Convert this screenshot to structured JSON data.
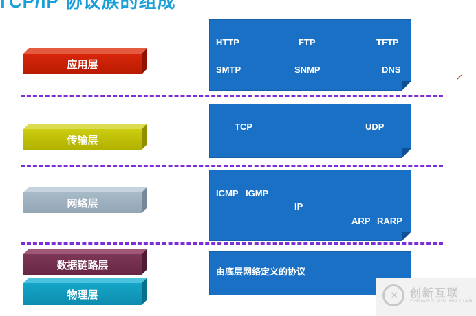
{
  "title": "TCP/IP 协议族的组成",
  "layers": {
    "application": "应用层",
    "transport": "传输层",
    "network": "网络层",
    "datalink": "数据链路层",
    "physical": "物理层"
  },
  "application_protocols": [
    "HTTP",
    "FTP",
    "TFTP",
    "SMTP",
    "SNMP",
    "DNS"
  ],
  "transport_protocols": [
    "TCP",
    "UDP"
  ],
  "network_protocols": [
    "ICMP",
    "IGMP",
    "IP",
    "ARP",
    "RARP"
  ],
  "link_note": "由底层网络定义的协议",
  "watermark": {
    "name": "创新互联",
    "english": "CHUANG XIN HU LIAN"
  },
  "colors": {
    "box_blue": "#1a70c4",
    "separator": "#7b2fd6",
    "application": "#c62008",
    "transport": "#bfbf08",
    "network": "#9fb2c1",
    "datalink": "#702b4c",
    "physical": "#1399bc"
  }
}
